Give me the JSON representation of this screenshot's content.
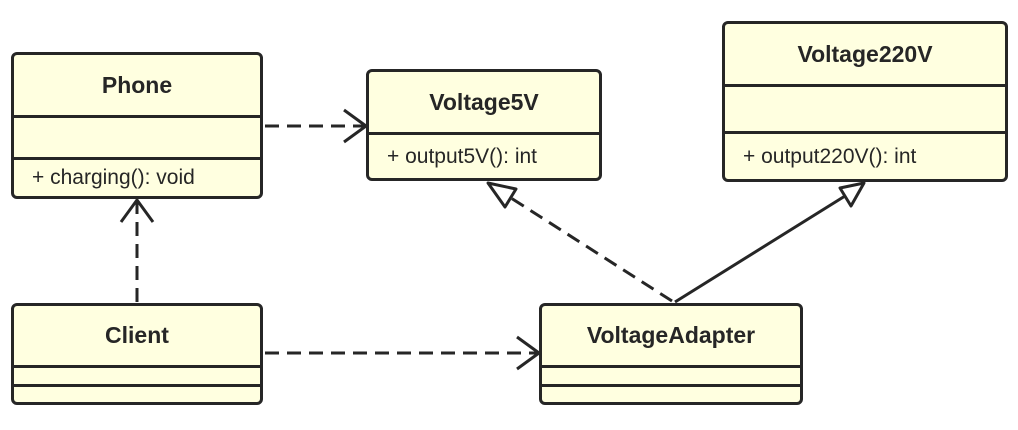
{
  "diagram": {
    "classes": [
      {
        "id": "phone",
        "name": "Phone",
        "attributes": [],
        "operations": [
          "+ charging(): void"
        ]
      },
      {
        "id": "voltage5v",
        "name": "Voltage5V",
        "operations": [
          "+ output5V(): int"
        ]
      },
      {
        "id": "voltage220v",
        "name": "Voltage220V",
        "attributes": [],
        "operations": [
          "+ output220V(): int"
        ]
      },
      {
        "id": "client",
        "name": "Client",
        "attributes": [],
        "operations": []
      },
      {
        "id": "voltage_adapter",
        "name": "VoltageAdapter",
        "attributes": [],
        "operations": []
      }
    ],
    "relations": [
      {
        "from": "Phone",
        "to": "Voltage5V",
        "type": "dependency"
      },
      {
        "from": "Client",
        "to": "Phone",
        "type": "dependency"
      },
      {
        "from": "Client",
        "to": "VoltageAdapter",
        "type": "dependency"
      },
      {
        "from": "VoltageAdapter",
        "to": "Voltage5V",
        "type": "realization"
      },
      {
        "from": "VoltageAdapter",
        "to": "Voltage220V",
        "type": "generalization"
      }
    ],
    "colors": {
      "class_fill": "#ffffe0",
      "line": "#262626",
      "background": "#ffffff"
    }
  }
}
